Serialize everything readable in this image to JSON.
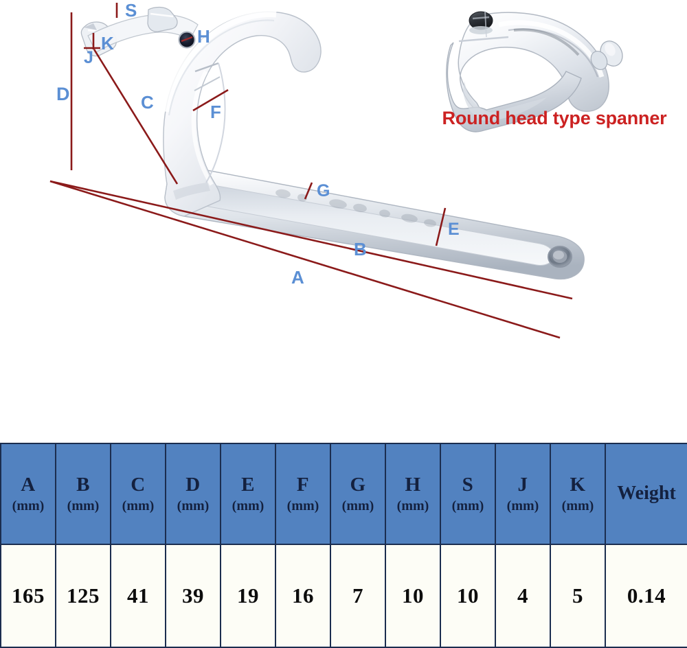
{
  "diagram": {
    "title": "Hook spanner wrench dimension diagram",
    "colors": {
      "dimension_line": "#8b1a1a",
      "dimension_label": "#5b8fd4",
      "caption": "#cc2222",
      "table_header_bg": "#5282c0",
      "table_header_text": "#14213f",
      "table_cell_bg": "#fdfdf6",
      "table_border": "#1b2d4f",
      "metal_light": "#f7f8fa",
      "metal_shadow": "#c9ced6"
    },
    "dimension_labels": [
      {
        "id": "S",
        "label": "S"
      },
      {
        "id": "H",
        "label": "H"
      },
      {
        "id": "K",
        "label": "K"
      },
      {
        "id": "J",
        "label": "J"
      },
      {
        "id": "D",
        "label": "D"
      },
      {
        "id": "C",
        "label": "C"
      },
      {
        "id": "F",
        "label": "F"
      },
      {
        "id": "G",
        "label": "G"
      },
      {
        "id": "E",
        "label": "E"
      },
      {
        "id": "B",
        "label": "B"
      },
      {
        "id": "A",
        "label": "A"
      }
    ],
    "inset": {
      "caption": "Round head type spanner",
      "alt": "round-head-type-spanner-photo"
    },
    "main_photo_alt": "hook-spanner-wrench-photo"
  },
  "spec_table": {
    "columns": [
      {
        "letter": "A",
        "unit": "(mm)"
      },
      {
        "letter": "B",
        "unit": "(mm)"
      },
      {
        "letter": "C",
        "unit": "(mm)"
      },
      {
        "letter": "D",
        "unit": "(mm)"
      },
      {
        "letter": "E",
        "unit": "(mm)"
      },
      {
        "letter": "F",
        "unit": "(mm)"
      },
      {
        "letter": "G",
        "unit": "(mm)"
      },
      {
        "letter": "H",
        "unit": "(mm)"
      },
      {
        "letter": "S",
        "unit": "(mm)"
      },
      {
        "letter": "J",
        "unit": "(mm)"
      },
      {
        "letter": "K",
        "unit": "(mm)"
      },
      {
        "letter": "Weight",
        "unit": ""
      }
    ],
    "rows": [
      {
        "A": "165",
        "B": "125",
        "C": "41",
        "D": "39",
        "E": "19",
        "F": "16",
        "G": "7",
        "H": "10",
        "S": "10",
        "J": "4",
        "K": "5",
        "Weight": "0.14"
      }
    ]
  }
}
